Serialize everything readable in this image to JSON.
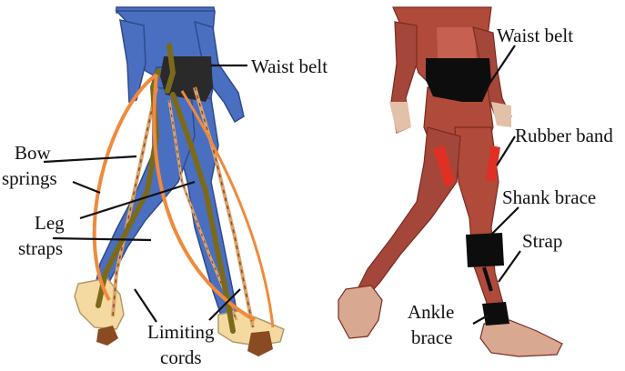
{
  "figure": {
    "left_panel": {
      "labels": {
        "waist_belt": "Waist belt",
        "bow_springs_line1": "Bow",
        "bow_springs_line2": "springs",
        "leg_straps_line1": "Leg",
        "leg_straps_line2": "straps",
        "limiting_cords_line1": "Limiting",
        "limiting_cords_line2": "cords"
      }
    },
    "right_panel": {
      "labels": {
        "waist_belt": "Waist belt",
        "rubber_band": "Rubber band",
        "shank_brace": "Shank brace",
        "strap": "Strap",
        "ankle_brace_line1": "Ankle",
        "ankle_brace_line2": "brace"
      }
    }
  },
  "colors": {
    "body_blue": "#4a6fc0",
    "body_outline": "#2e4a8e",
    "bow_spring_orange": "#f08a3c",
    "leg_strap_olive": "#7b6a1c",
    "cord_tan": "#d9a46c",
    "waist_belt": "#2a2a2a",
    "foot_skin": "#f4d9a0",
    "heel_brown": "#8a4a22",
    "muscle_red": "#b04a3a",
    "rubber_band_red": "#e03024",
    "brace_black": "#0d0d0d"
  }
}
